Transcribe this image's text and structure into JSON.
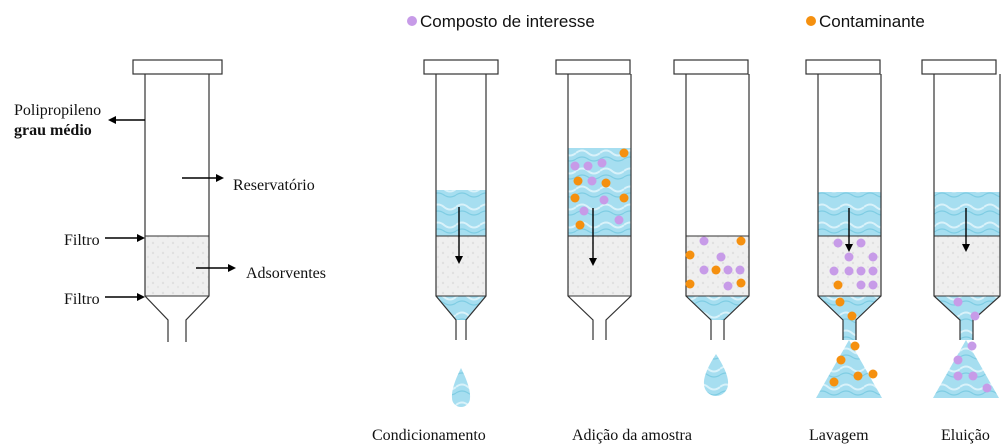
{
  "legend": {
    "compound_label": "Composto de interesse",
    "contaminant_label": "Contaminante"
  },
  "cartridge_diagram": {
    "label_polypropylene_line1": "Polipropileno",
    "label_polypropylene_line2": "grau médio",
    "label_reservoir": "Reservatório",
    "label_filter_top": "Filtro",
    "label_filter_bottom": "Filtro",
    "label_sorbents": "Adsorventes"
  },
  "steps": [
    {
      "label": "Condicionamento"
    },
    {
      "label": "Adição da amostra"
    },
    {
      "label": "Lavagem"
    },
    {
      "label": "Eluição"
    }
  ],
  "colors": {
    "compound": "#c79be8",
    "contaminant": "#f5900f",
    "liquid": "#9fdceb",
    "liquid_dark": "#6cc3db",
    "sorbent": "#ececec",
    "outline": "#333333"
  }
}
